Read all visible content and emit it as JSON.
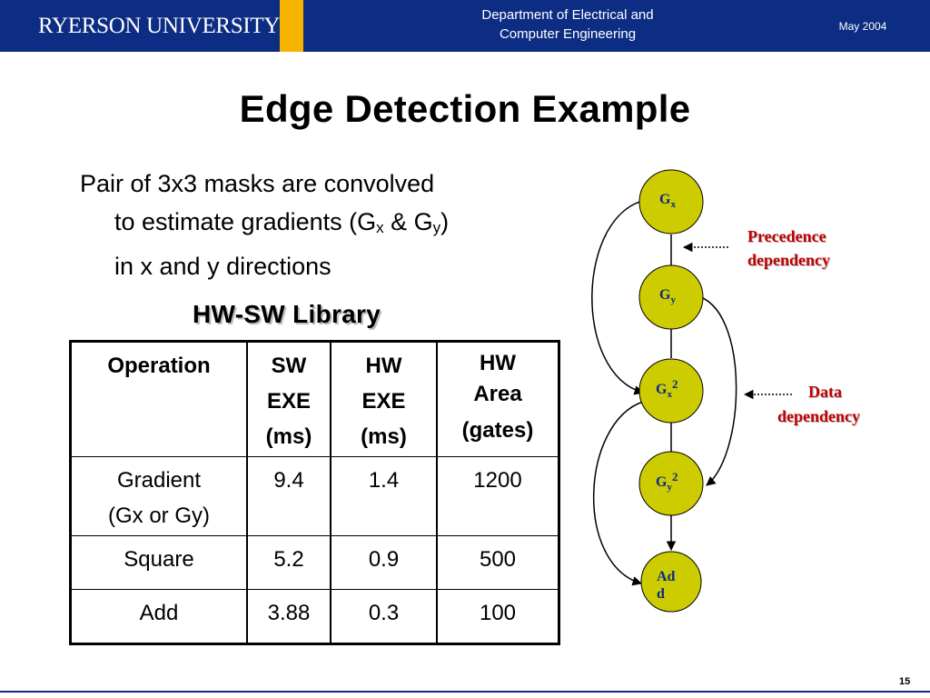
{
  "header": {
    "logo": "RYERSON UNIVERSITY",
    "department_line1": "Department of Electrical and",
    "department_line2": "Computer Engineering",
    "date": "May 2004",
    "colors": {
      "header_bg": "#0c2d83",
      "gold": "#f4b400"
    }
  },
  "title": "Edge Detection Example",
  "bullet": {
    "line1": "Pair of 3x3 masks are convolved",
    "line2_pre": "to estimate gradients (G",
    "sub_x": "x",
    "line2_mid": " & G",
    "sub_y": "y",
    "line2_post": ")",
    "line3": "in x and y directions"
  },
  "library_heading": "HW-SW Library",
  "table": {
    "headers": [
      [
        "Operation"
      ],
      [
        "SW",
        "EXE",
        "(ms)"
      ],
      [
        "HW",
        "EXE",
        "(ms)"
      ],
      [
        "HW",
        "Area",
        "(gates)"
      ]
    ],
    "rows": [
      {
        "operation": [
          "Gradient",
          "(Gx or Gy)"
        ],
        "sw": "9.4",
        "hw": "1.4",
        "area": "1200"
      },
      {
        "operation": [
          "Square"
        ],
        "sw": "5.2",
        "hw": "0.9",
        "area": "500"
      },
      {
        "operation": [
          "Add"
        ],
        "sw": "3.88",
        "hw": "0.3",
        "area": "100"
      }
    ]
  },
  "graph": {
    "nodes": [
      {
        "main": "G",
        "sub": "x",
        "sup": ""
      },
      {
        "main": "G",
        "sub": "y",
        "sup": ""
      },
      {
        "main": "G",
        "sub": "x",
        "sup": "2"
      },
      {
        "main": "G",
        "sub": "y",
        "sup": "2"
      },
      {
        "main": "Ad",
        "line2": "d"
      }
    ],
    "precedence_label": [
      "Precedence",
      "dependency"
    ],
    "data_label": [
      "Data",
      "dependency"
    ],
    "colors": {
      "node_fill": "#cccc00",
      "node_text": "#0a2a8a",
      "annotation": "#c00000"
    }
  },
  "page_number": "15"
}
